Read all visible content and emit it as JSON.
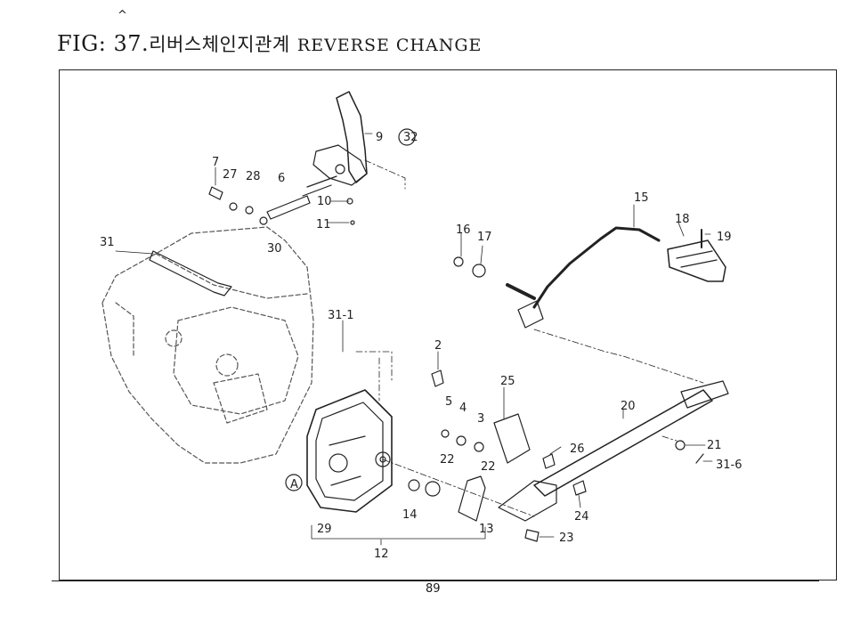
{
  "header": {
    "caret": "^",
    "fig_prefix": "FIG: 37.",
    "title_ko": "리버스체인지관계",
    "title_en": "REVERSE CHANGE"
  },
  "footer": {
    "page_number": "89"
  },
  "callouts": [
    "2",
    "3",
    "4",
    "5",
    "6",
    "7",
    "9",
    "10",
    "11",
    "12",
    "13",
    "14",
    "15",
    "16",
    "17",
    "18",
    "19",
    "20",
    "21",
    "22",
    "22",
    "23",
    "24",
    "25",
    "26",
    "27",
    "28",
    "29",
    "30",
    "31",
    "31-1",
    "31-6",
    "32",
    "A",
    "A"
  ]
}
